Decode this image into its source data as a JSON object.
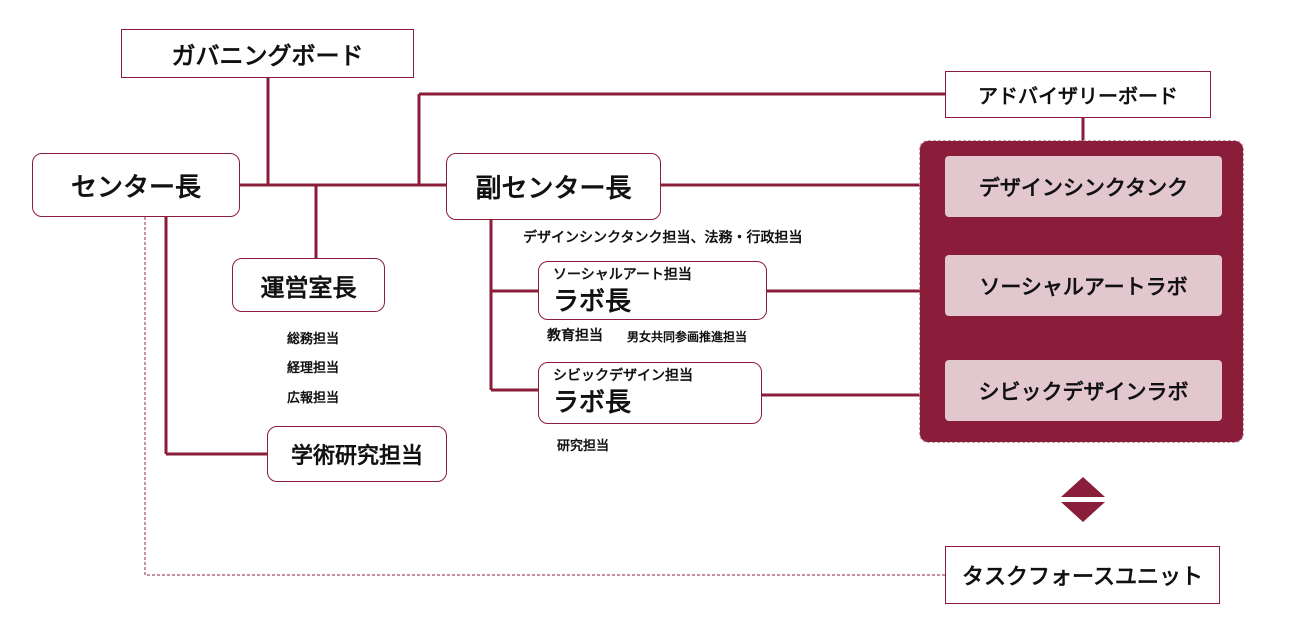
{
  "colors": {
    "accent": "#8a1d3a",
    "lab_fill": "#e3c7cf"
  },
  "boxes": {
    "governing_board": "ガバニングボード",
    "advisory_board": "アドバイザリーボード",
    "center_director": "センター長",
    "deputy_director": "副センター長",
    "operations_director": "運営室長",
    "academic_research": "学術研究担当",
    "task_force": "タスクフォースユニット"
  },
  "lab_heads": [
    {
      "sub": "ソーシャルアート担当",
      "main": "ラボ長"
    },
    {
      "sub": "シビックデザイン担当",
      "main": "ラボ長"
    }
  ],
  "labs": [
    "デザインシンクタンク",
    "ソーシャルアートラボ",
    "シビックデザインラボ"
  ],
  "notes": {
    "deputy_duties": "デザインシンクタンク担当、法務・行政担当",
    "operations_duties": [
      "総務担当",
      "経理担当",
      "広報担当"
    ],
    "social_art_duties": [
      "教育担当",
      "男女共同参画推進担当"
    ],
    "civic_design_duties": "研究担当"
  },
  "icons": {
    "diamond": "double-triangle-diamond-icon"
  }
}
